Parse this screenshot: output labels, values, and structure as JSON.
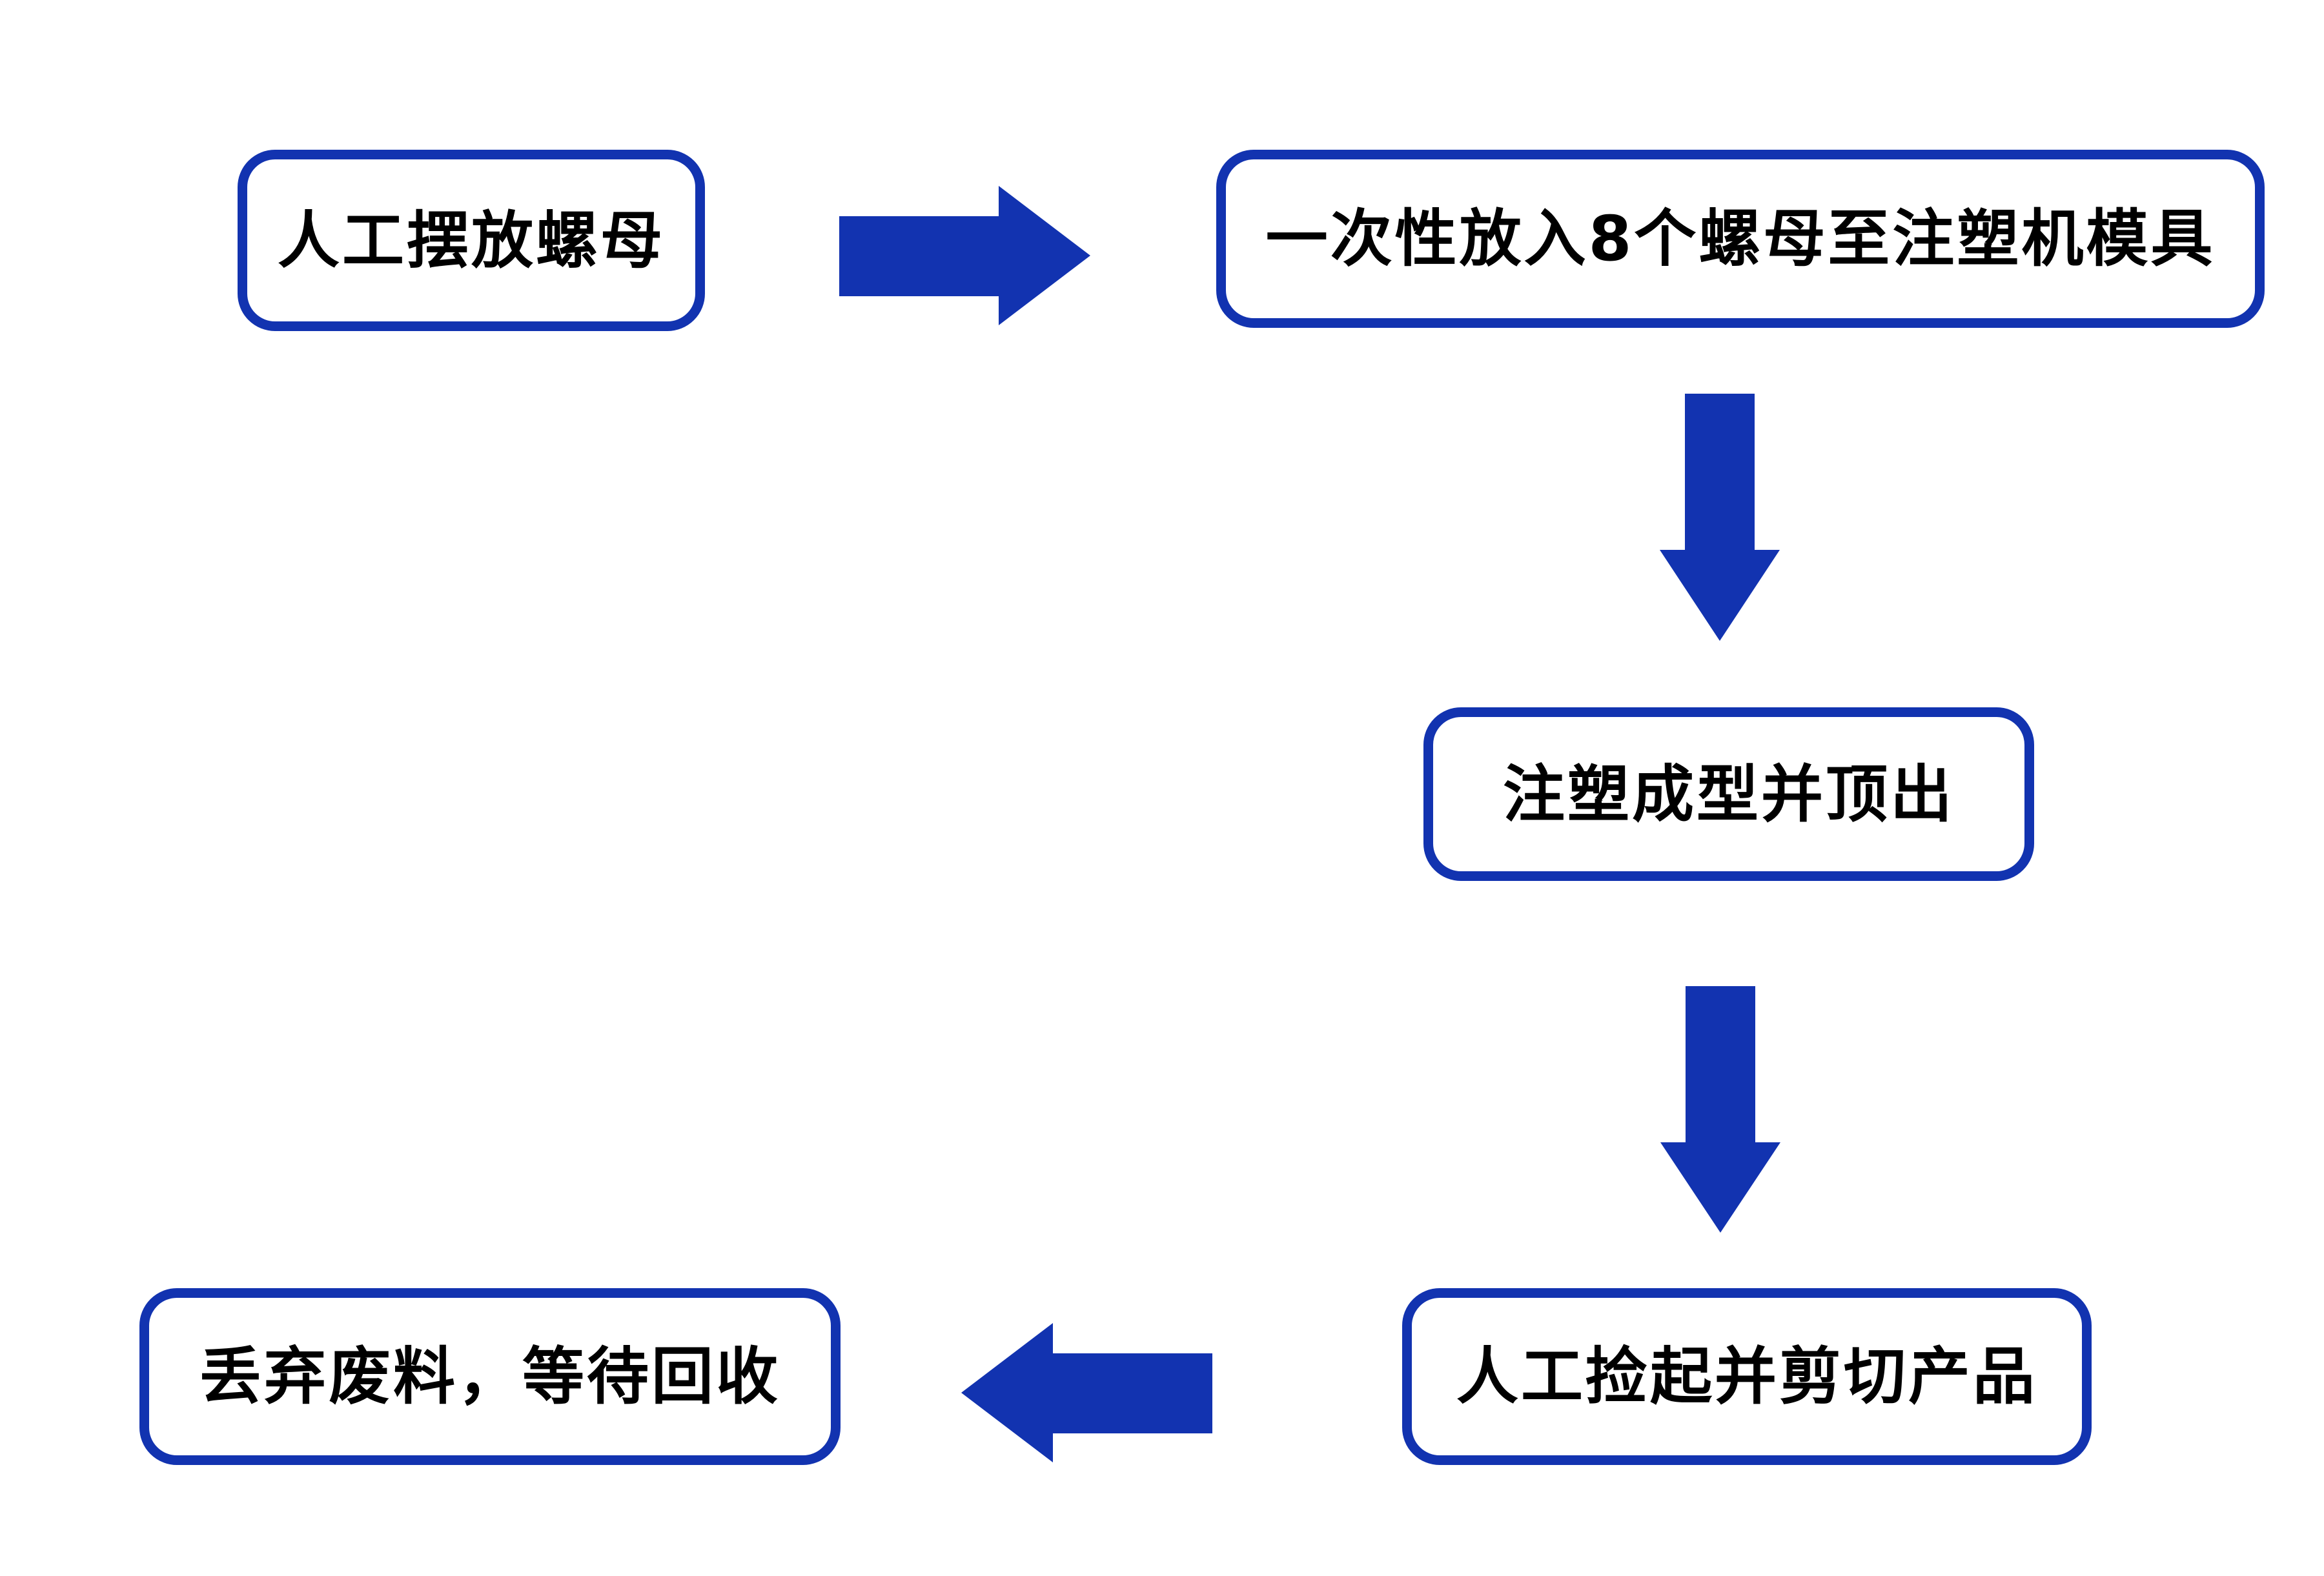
{
  "diagram": {
    "type": "flowchart",
    "background_color": "#ffffff",
    "accent_color": "#1233b0",
    "text_color": "#000000",
    "nodes": [
      {
        "id": "place-nuts",
        "label": "人工摆放螺母"
      },
      {
        "id": "insert-nuts",
        "label": "一次性放入8个螺母至注塑机模具"
      },
      {
        "id": "molding-eject",
        "label": "注塑成型并顶出"
      },
      {
        "id": "pickup-cut",
        "label": "人工捡起并剪切产品"
      },
      {
        "id": "discard-waste",
        "label": "丢弃废料，等待回收"
      }
    ],
    "arrows": [
      {
        "id": "arrow-1",
        "direction": "right",
        "from": "place-nuts",
        "to": "insert-nuts"
      },
      {
        "id": "arrow-2",
        "direction": "down",
        "from": "insert-nuts",
        "to": "molding-eject"
      },
      {
        "id": "arrow-3",
        "direction": "down",
        "from": "molding-eject",
        "to": "pickup-cut"
      },
      {
        "id": "arrow-4",
        "direction": "left",
        "from": "pickup-cut",
        "to": "discard-waste"
      }
    ]
  }
}
